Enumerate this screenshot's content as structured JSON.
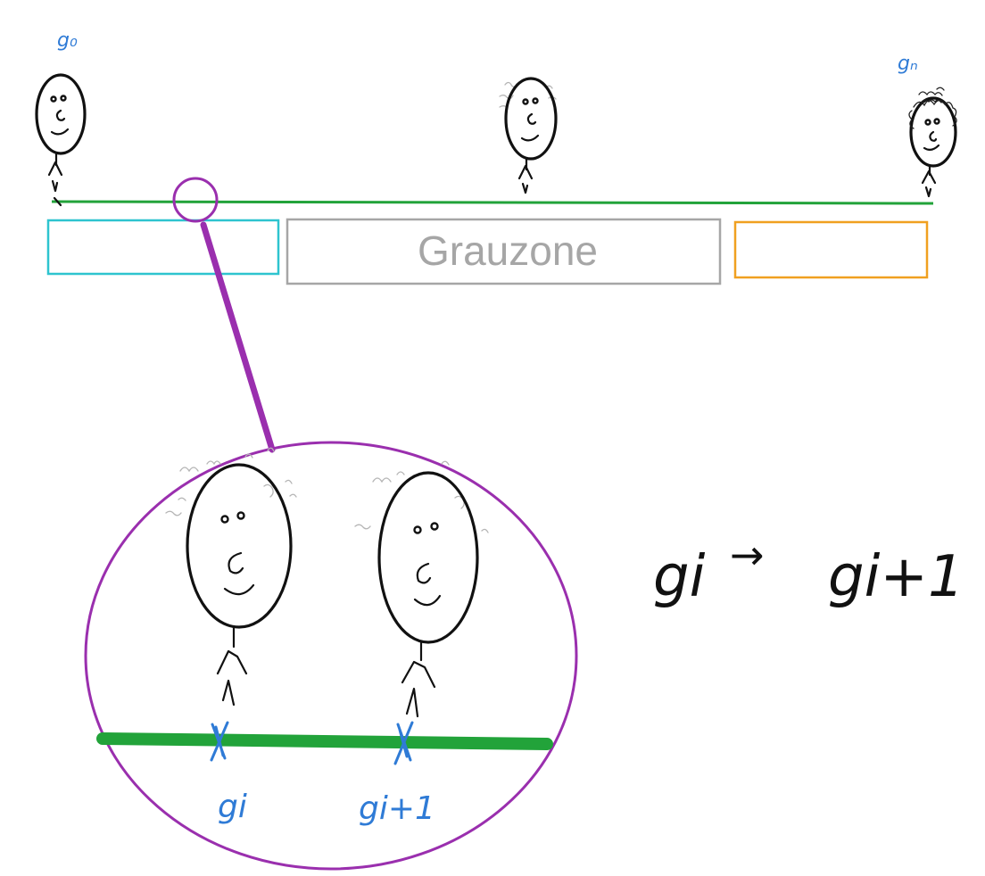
{
  "labels": {
    "g_start": "g₀",
    "g_end": "gₙ",
    "zone_middle": "Grauzone",
    "g_i": "gi",
    "g_i_plus_1": "gi+1",
    "transition_from": "gi",
    "transition_arrow": "→",
    "transition_to": "gi+1"
  },
  "colors": {
    "timeline": "#22a33a",
    "zone_left": "#2ec4cf",
    "zone_middle": "#a6a6a6",
    "zone_right": "#f0a020",
    "magnifier": "#9a2fae",
    "marker": "#2f7bd6",
    "annotation_blue": "#2f7bd6",
    "ink": "#111111"
  },
  "figures": {
    "top": [
      {
        "id": "young",
        "hair": "none"
      },
      {
        "id": "middle",
        "hair": "light-grey"
      },
      {
        "id": "old",
        "hair": "curly-dark"
      }
    ],
    "zoom": [
      {
        "id": "gi",
        "hair": "light-grey"
      },
      {
        "id": "gi1",
        "hair": "light-grey"
      }
    ]
  }
}
